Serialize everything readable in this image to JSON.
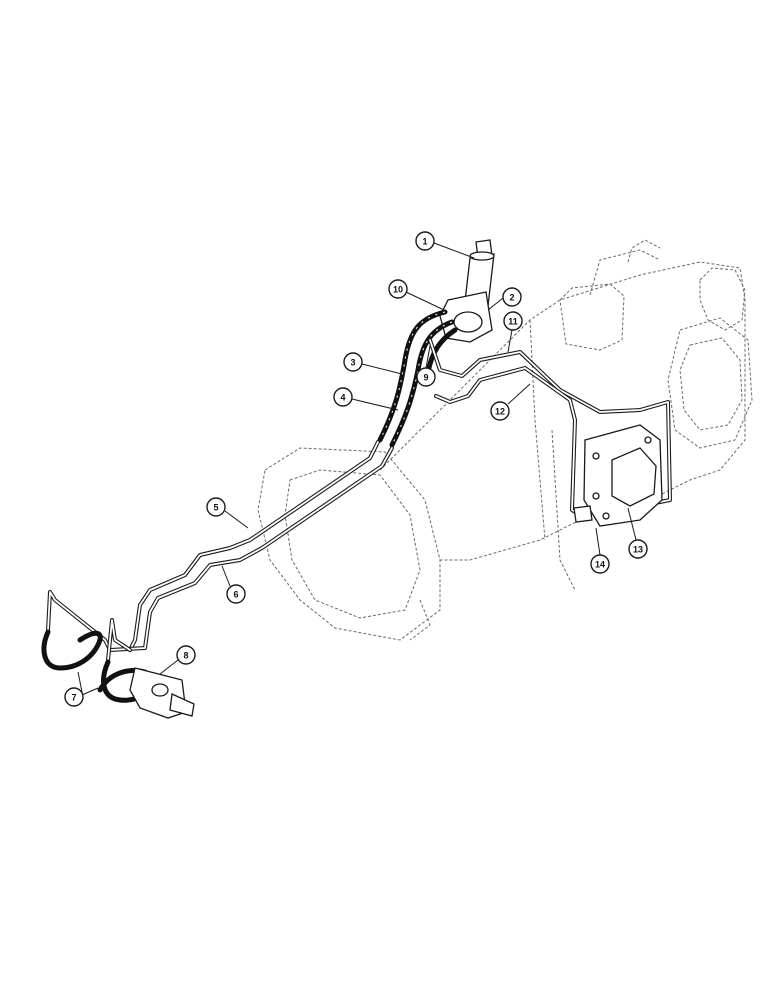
{
  "callouts": [
    {
      "id": "c1",
      "number": "1"
    },
    {
      "id": "c2",
      "number": "2"
    },
    {
      "id": "c3",
      "number": "3"
    },
    {
      "id": "c4",
      "number": "4"
    },
    {
      "id": "c5",
      "number": "5"
    },
    {
      "id": "c6",
      "number": "6"
    },
    {
      "id": "c7",
      "number": "7"
    },
    {
      "id": "c8",
      "number": "8"
    },
    {
      "id": "c9",
      "number": "9"
    },
    {
      "id": "c10",
      "number": "10"
    },
    {
      "id": "c11",
      "number": "11"
    },
    {
      "id": "c12",
      "number": "12"
    },
    {
      "id": "c13",
      "number": "13"
    },
    {
      "id": "c14",
      "number": "14"
    }
  ]
}
